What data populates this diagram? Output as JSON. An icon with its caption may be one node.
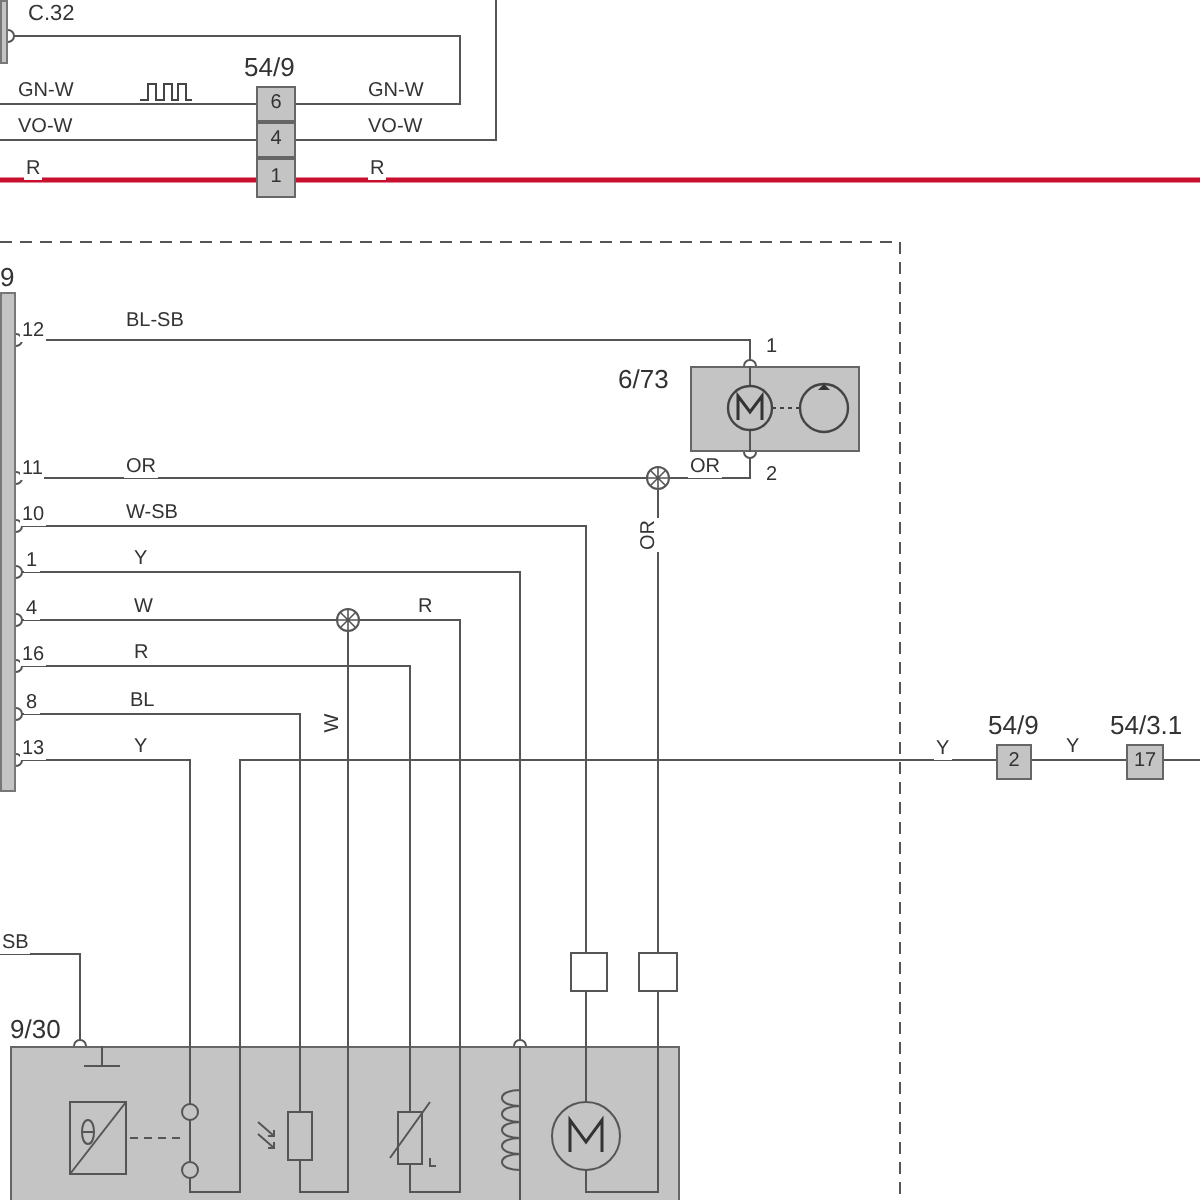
{
  "diagram": {
    "nodes": [
      {
        "text": [],
        "shape": "bar",
        "beside": [
          "C.32"
        ]
      },
      {
        "text": [
          "54/9",
          "6"
        ]
      },
      {
        "text": [
          "4"
        ]
      },
      {
        "text": [
          "1"
        ]
      },
      {
        "text": [
          "9"
        ]
      },
      {
        "text": [
          "6/73"
        ]
      },
      {
        "text": [],
        "shape": "circle"
      },
      {
        "text": [],
        "shape": "circle"
      },
      {
        "text": [
          "54/9",
          "2"
        ]
      },
      {
        "text": [
          "54/3.1",
          "17"
        ]
      },
      {
        "text": [],
        "shape": "box"
      },
      {
        "text": [],
        "shape": "box"
      },
      {
        "text": [
          "9/30"
        ]
      }
    ],
    "edges": [
      {
        "from": null,
        "to": 1,
        "arrow": "none",
        "label": "GN-W"
      },
      {
        "from": 1,
        "to": 0,
        "arrow": "other",
        "label": "GN-W"
      },
      {
        "from": null,
        "to": 2,
        "arrow": "none",
        "label": "VO-W"
      },
      {
        "from": 2,
        "to": null,
        "arrow": "none",
        "label": "VO-W"
      },
      {
        "from": null,
        "to": 3,
        "arrow": "none",
        "label": "R",
        "style": "thick",
        "color": "#c8102e"
      },
      {
        "from": 3,
        "to": null,
        "arrow": "none",
        "label": "R",
        "style": "thick",
        "color": "#c8102e"
      },
      {
        "from": 4,
        "to": 5,
        "arrow": "other",
        "label": "BL-SB"
      },
      {
        "from": 4,
        "to": 6,
        "arrow": "other",
        "label": "OR"
      },
      {
        "from": 6,
        "to": 5,
        "arrow": "other",
        "label": "OR"
      },
      {
        "from": 6,
        "to": 11,
        "arrow": "none",
        "label": "OR"
      },
      {
        "from": 4,
        "to": 10,
        "arrow": "other",
        "label": "W-SB"
      },
      {
        "from": 10,
        "to": 12,
        "arrow": "none"
      },
      {
        "from": 11,
        "to": 12,
        "arrow": "none"
      },
      {
        "from": 4,
        "to": 12,
        "arrow": "other",
        "label": "Y"
      },
      {
        "from": 4,
        "to": 7,
        "arrow": "other",
        "label": "W"
      },
      {
        "from": 7,
        "to": 12,
        "arrow": "none",
        "label": "R"
      },
      {
        "from": 7,
        "to": 12,
        "arrow": "none",
        "label": "W"
      },
      {
        "from": 4,
        "to": 12,
        "arrow": "other",
        "label": "R"
      },
      {
        "from": 4,
        "to": 12,
        "arrow": "other",
        "label": "BL"
      },
      {
        "from": 4,
        "to": 12,
        "arrow": "other",
        "label": "Y"
      },
      {
        "from": 12,
        "to": 8,
        "arrow": "none",
        "label": "Y"
      },
      {
        "from": 8,
        "to": 9,
        "arrow": "none",
        "label": "Y"
      },
      {
        "from": 9,
        "to": null,
        "arrow": "none"
      },
      {
        "from": null,
        "to": 12,
        "arrow": "other",
        "label": "SB"
      }
    ],
    "labels": [
      "12",
      "11",
      "10",
      "1",
      "4",
      "16",
      "8",
      "13",
      "1",
      "2"
    ]
  }
}
